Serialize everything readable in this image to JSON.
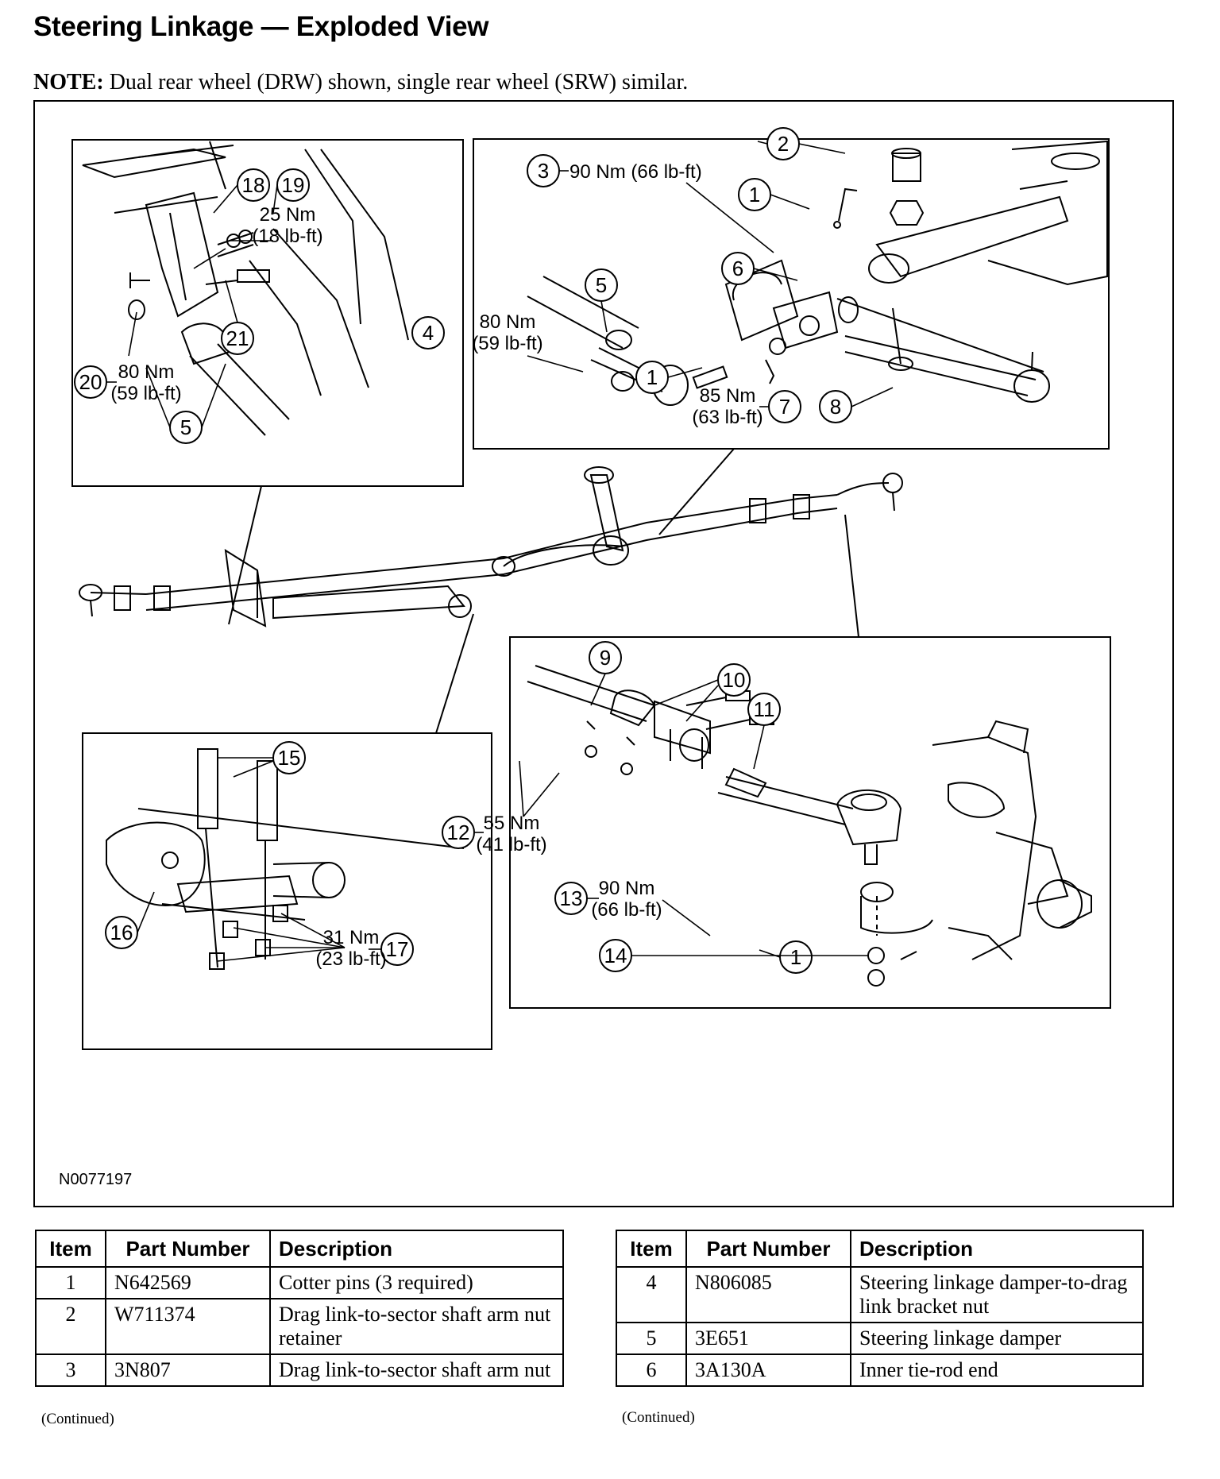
{
  "title": "Steering Linkage — Exploded View",
  "note": {
    "label": "NOTE:",
    "text": "Dual rear wheel (DRW) shown, single rear wheel (SRW) similar."
  },
  "figure": {
    "figure_id": "N0077197",
    "callouts": {
      "c1": "1",
      "c2": "2",
      "c3": "3",
      "c4": "4",
      "c5": "5",
      "c6": "6",
      "c7": "7",
      "c8": "8",
      "c9": "9",
      "c10": "10",
      "c11": "11",
      "c12": "12",
      "c13": "13",
      "c14": "14",
      "c15": "15",
      "c16": "16",
      "c17": "17",
      "c18": "18",
      "c19": "19",
      "c20": "20",
      "c21": "21"
    },
    "torques": {
      "t3": "90 Nm (66 lb-ft)",
      "t4a": "80 Nm",
      "t4b": "(59 lb-ft)",
      "t7a": "85 Nm",
      "t7b": "(63 lb-ft)",
      "t19a": "25 Nm",
      "t19b": "(18 lb-ft)",
      "t20a": "80 Nm",
      "t20b": "(59 lb-ft)",
      "t12a": "55 Nm",
      "t12b": "(41 lb-ft)",
      "t13a": "90 Nm",
      "t13b": "(66 lb-ft)",
      "t17a": "31 Nm",
      "t17b": "(23 lb-ft)"
    }
  },
  "tables": {
    "headers": {
      "item": "Item",
      "part_number": "Part Number",
      "description": "Description"
    },
    "continued": "(Continued)",
    "left": [
      {
        "item": "1",
        "part_number": "N642569",
        "description": "Cotter pins (3 required)"
      },
      {
        "item": "2",
        "part_number": "W711374",
        "description": "Drag link-to-sector shaft arm nut retainer"
      },
      {
        "item": "3",
        "part_number": "3N807",
        "description": "Drag link-to-sector shaft arm nut"
      }
    ],
    "right": [
      {
        "item": "4",
        "part_number": "N806085",
        "description": "Steering linkage damper-to-drag link bracket nut"
      },
      {
        "item": "5",
        "part_number": "3E651",
        "description": "Steering linkage damper"
      },
      {
        "item": "6",
        "part_number": "3A130A",
        "description": "Inner tie-rod end"
      }
    ]
  }
}
